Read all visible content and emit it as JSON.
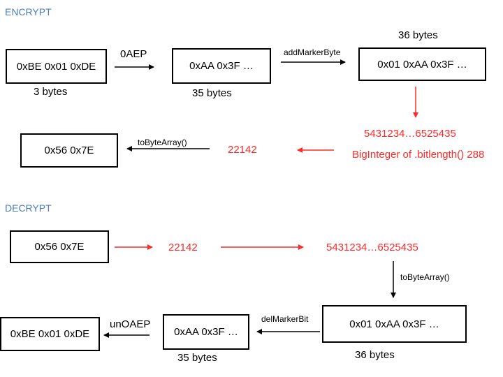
{
  "encrypt": {
    "section_label": "ENCRYPT",
    "box_input": "0xBE 0x01 0xDE",
    "input_size": "3 bytes",
    "step_oaep": "0AEP",
    "box_padded": "0xAA 0x3F …",
    "padded_size": "35 bytes",
    "step_add_marker": "addMarkerByte",
    "marked_size": "36 bytes",
    "box_marked": "0x01 0xAA 0x3F …",
    "bigint_value": "5431234…6525435",
    "bigint_note": "BigInteger of .bitlength() 288",
    "encrypted_value": "22142",
    "step_to_bytes": "toByteArray()",
    "box_output": "0x56 0x7E"
  },
  "decrypt": {
    "section_label": "DECRYPT",
    "box_input": "0x56 0x7E",
    "encrypted_value": "22142",
    "bigint_value": "5431234…6525435",
    "step_to_bytes": "toByteArray()",
    "box_marked": "0x01 0xAA 0x3F …",
    "marked_size": "36 bytes",
    "step_del_marker": "delMarkerBit",
    "box_padded": "0xAA 0x3F …",
    "padded_size": "35 bytes",
    "step_unoaep": "unOAEP",
    "box_output": "0xBE 0x01 0xDE"
  },
  "colors": {
    "section": "#4a7ebb",
    "highlight": "#ff2a2a",
    "ink": "#000000"
  }
}
